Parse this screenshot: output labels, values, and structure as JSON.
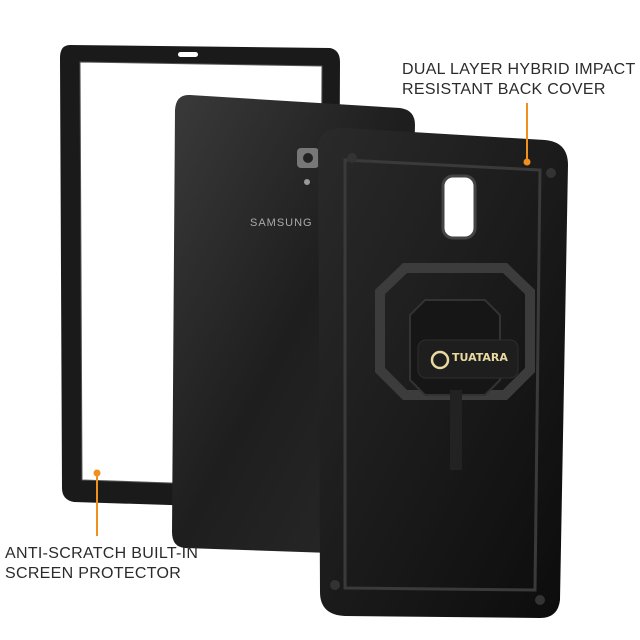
{
  "callouts": {
    "top_line1": "DUAL LAYER HYBRID IMPACT",
    "top_line2": "RESISTANT BACK COVER",
    "bottom_line1": "ANTI-SCRATCH BUILT-IN",
    "bottom_line2": "SCREEN PROTECTOR"
  },
  "brand_logo": "TUATARA",
  "tablet_brand": "SAMSUNG",
  "colors": {
    "accent": "#f0901e",
    "case": "#111111",
    "text": "#2b2b2b"
  }
}
